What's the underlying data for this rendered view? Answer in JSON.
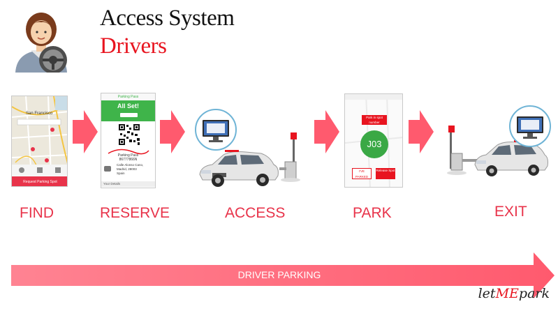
{
  "header": {
    "title": "Access System",
    "subtitle": "Drivers"
  },
  "steps": [
    {
      "label": "FIND"
    },
    {
      "label": "RESERVE"
    },
    {
      "label": "ACCESS"
    },
    {
      "label": "PARK"
    },
    {
      "label": "EXIT"
    }
  ],
  "find_screen": {
    "city": "San Francisco",
    "button": "Request Parking Spot"
  },
  "reserve_screen": {
    "nav_title": "Parking Pass",
    "banner": "All Set!",
    "pass_title": "Parking Pass",
    "pass_code": "86777866N",
    "address_line1": "Calle Alonso Cano,",
    "address_line2": "Madrid, 28003",
    "address_line3": "Spain",
    "section": "Your Details"
  },
  "park_screen": {
    "top_button": "Park in spot number",
    "spot": "J03",
    "parked_button": "I'VE PARKED",
    "release_button": "Release Spot"
  },
  "bottom_arrow": {
    "label": "DRIVER PARKING"
  },
  "brand": {
    "prefix": "let",
    "middle": "ME",
    "suffix": "park"
  },
  "colors": {
    "accent_red": "#e8141f",
    "arrow_pink": "#ff5a6e",
    "label_red": "#e8334a",
    "reserve_green": "#3fb44a",
    "spot_green": "#3aa845",
    "monitor_ring": "#6fb4d6"
  },
  "icons": [
    "driver-avatar-icon",
    "monitor-icon",
    "car-icon",
    "barrier-gate-icon"
  ]
}
